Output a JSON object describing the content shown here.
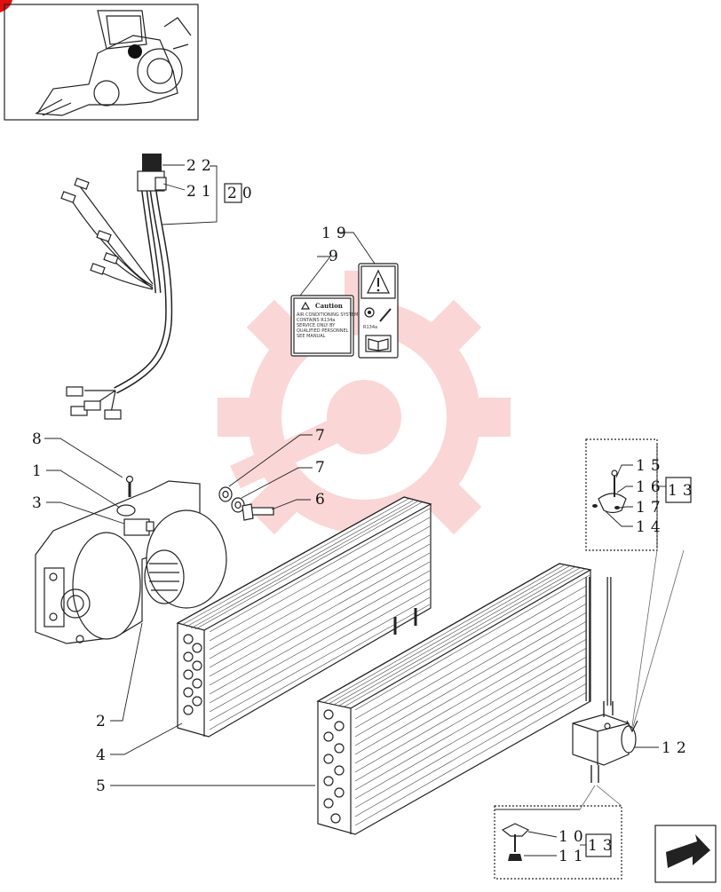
{
  "callouts": {
    "c1": "1",
    "c2": "2",
    "c3": "3",
    "c4": "4",
    "c5": "5",
    "c6": "6",
    "c7a": "7",
    "c7b": "7",
    "c8": "8",
    "c9": "9",
    "c10": "10",
    "c11": "11",
    "c12": "12",
    "c13a": "13",
    "c13b": "13",
    "c14": "14",
    "c15": "15",
    "c16": "16",
    "c17": "17",
    "c19": "19",
    "c20": "20",
    "c21": "21",
    "c22": "22"
  },
  "decal": {
    "caution_title": "Caution",
    "caution_line1": "AIR CONDITIONING SYSTEM",
    "caution_line2": "CONTAINS R134a",
    "caution_line3": "SERVICE ONLY BY",
    "caution_line4": "QUALIFIED PERSONNEL",
    "caution_line5": "SEE MANUAL",
    "refrigerant": "R134a"
  },
  "colors": {
    "watermark": "#f7b6b6",
    "stroke": "#222222",
    "corner_badge": "#e01010"
  },
  "icons": [
    "tractor-thumbnail",
    "warning-triangle-icon",
    "nav-arrow-icon",
    "watermark-gear-icon"
  ]
}
